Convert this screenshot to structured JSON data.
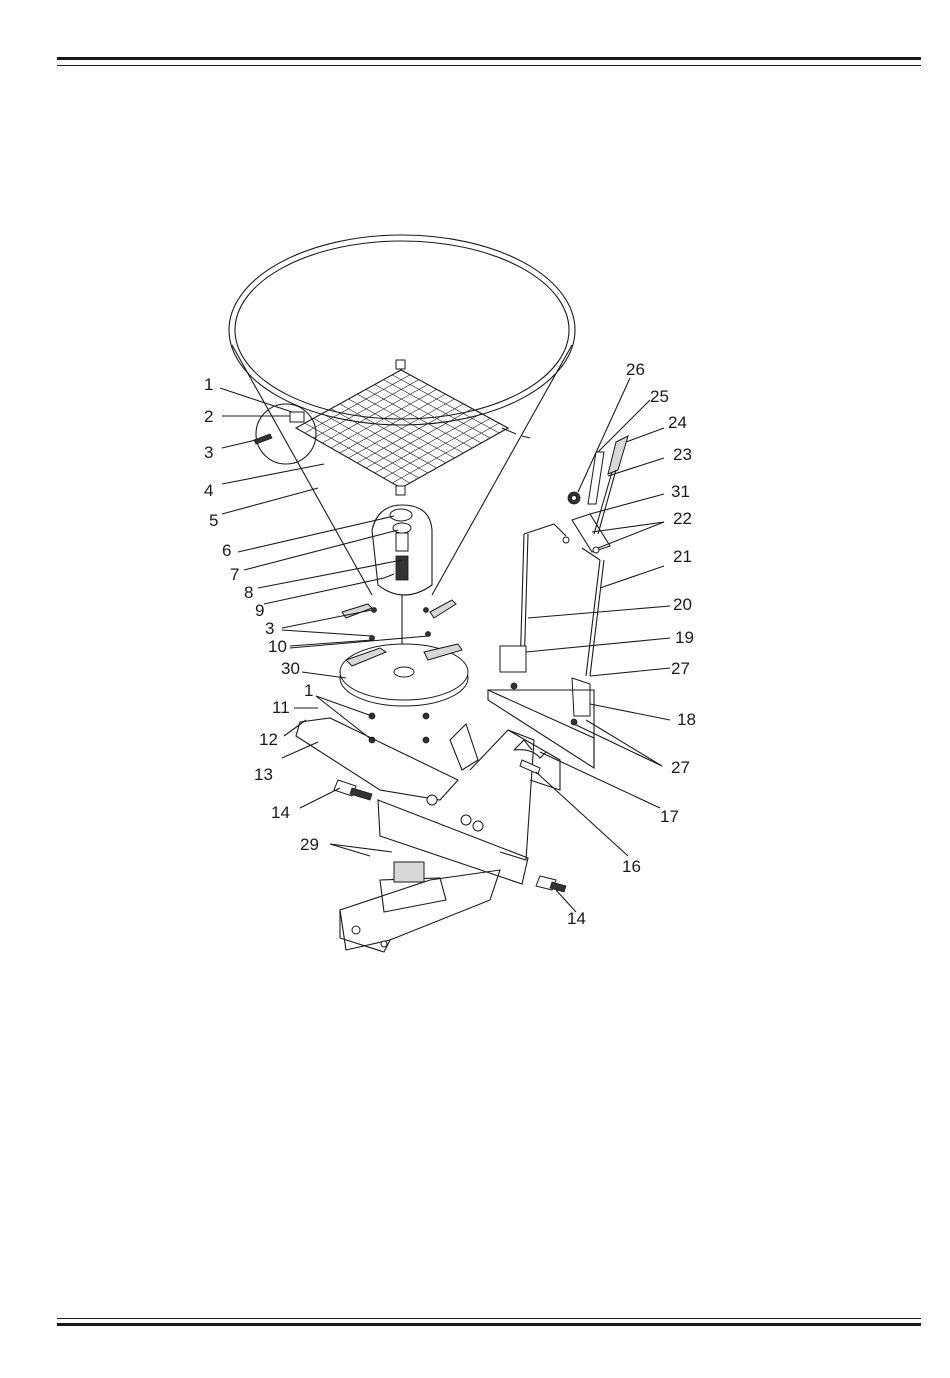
{
  "diagram": {
    "callouts": [
      {
        "id": "c1a",
        "text": "1"
      },
      {
        "id": "c2",
        "text": "2"
      },
      {
        "id": "c3a",
        "text": "3"
      },
      {
        "id": "c4",
        "text": "4"
      },
      {
        "id": "c5",
        "text": "5"
      },
      {
        "id": "c6",
        "text": "6"
      },
      {
        "id": "c7",
        "text": "7"
      },
      {
        "id": "c8",
        "text": "8"
      },
      {
        "id": "c9",
        "text": "9"
      },
      {
        "id": "c3b",
        "text": "3"
      },
      {
        "id": "c10",
        "text": "10"
      },
      {
        "id": "c30",
        "text": "30"
      },
      {
        "id": "c1b",
        "text": "1"
      },
      {
        "id": "c11",
        "text": "11"
      },
      {
        "id": "c12",
        "text": "12"
      },
      {
        "id": "c13",
        "text": "13"
      },
      {
        "id": "c14a",
        "text": "14"
      },
      {
        "id": "c29",
        "text": "29"
      },
      {
        "id": "c14b",
        "text": "14"
      },
      {
        "id": "c16",
        "text": "16"
      },
      {
        "id": "c17",
        "text": "17"
      },
      {
        "id": "c27b",
        "text": "27"
      },
      {
        "id": "c18",
        "text": "18"
      },
      {
        "id": "c27a",
        "text": "27"
      },
      {
        "id": "c19",
        "text": "19"
      },
      {
        "id": "c20",
        "text": "20"
      },
      {
        "id": "c21",
        "text": "21"
      },
      {
        "id": "c22",
        "text": "22"
      },
      {
        "id": "c31",
        "text": "31"
      },
      {
        "id": "c23",
        "text": "23"
      },
      {
        "id": "c24",
        "text": "24"
      },
      {
        "id": "c25",
        "text": "25"
      },
      {
        "id": "c26",
        "text": "26"
      }
    ]
  }
}
